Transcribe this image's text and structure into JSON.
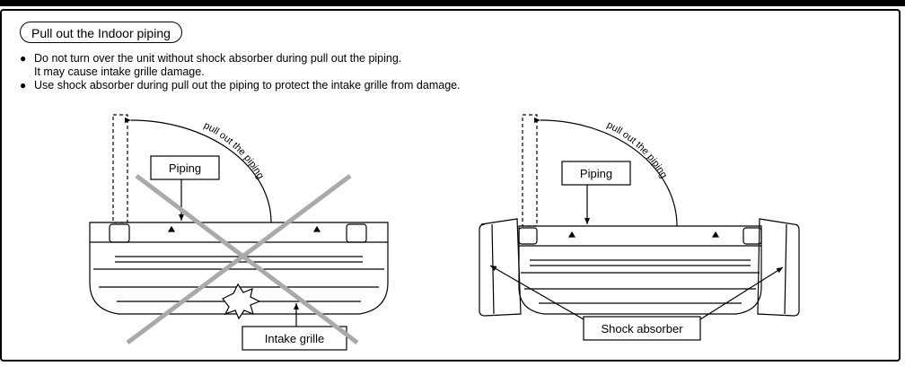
{
  "section_title": "Pull out the Indoor piping",
  "bullets": [
    {
      "line1": "Do not turn over the unit without shock absorber during pull out the piping.",
      "line2": "It may cause intake grille damage."
    },
    {
      "line1": "Use shock absorber during pull out the piping to protect the intake grille from damage."
    }
  ],
  "left_figure": {
    "arc_text": "pull out the piping",
    "piping_label": "Piping",
    "intake_label": "Intake grille"
  },
  "right_figure": {
    "arc_text": "pull out the piping",
    "piping_label": "Piping",
    "absorber_label": "Shock absorber"
  },
  "colors": {
    "cross": "#aaaaaa",
    "line": "#000000"
  }
}
